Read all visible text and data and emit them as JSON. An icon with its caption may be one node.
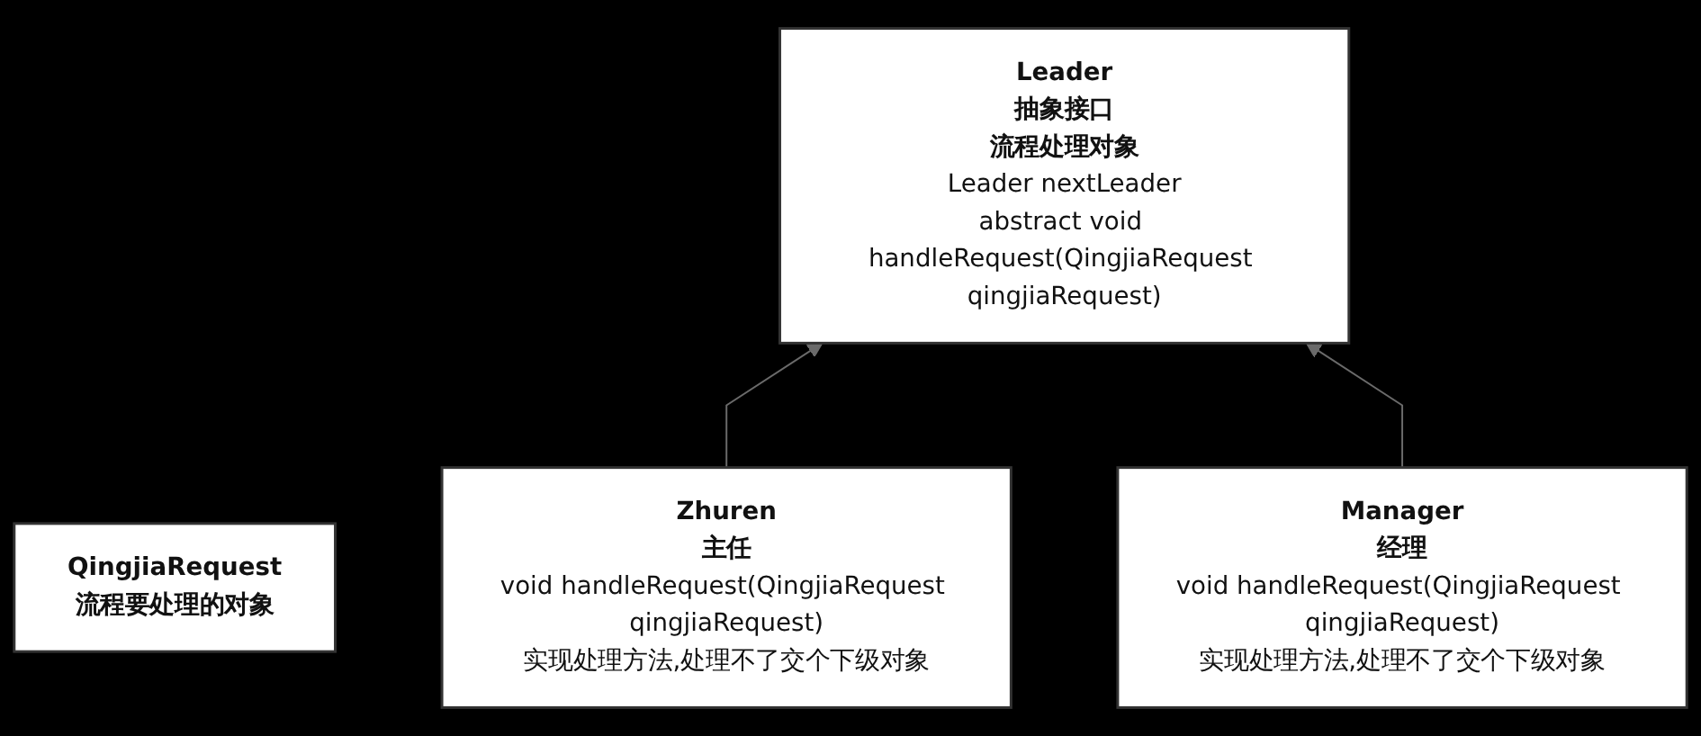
{
  "diagram": {
    "nodes": [
      {
        "text": [
          "QingjiaRequest",
          "流程要处理的对象"
        ]
      },
      {
        "text": [
          "Leader",
          "抽象接口",
          "流程处理对象",
          "Leader nextLeader",
          "abstract void handleRequest(QingjiaRequest qingjiaRequest)"
        ]
      },
      {
        "text": [
          "Zhuren",
          "主任",
          "void handleRequest(QingjiaRequest qingjiaRequest)",
          "实现处理方法,处理不了交个下级对象"
        ]
      },
      {
        "text": [
          "Manager",
          "经理",
          "void handleRequest(QingjiaRequest qingjiaRequest)",
          "实现处理方法,处理不了交个下级对象"
        ]
      }
    ],
    "edges": [
      {
        "from": 2,
        "to": 1,
        "arrow": "to"
      },
      {
        "from": 3,
        "to": 1,
        "arrow": "to"
      }
    ]
  }
}
